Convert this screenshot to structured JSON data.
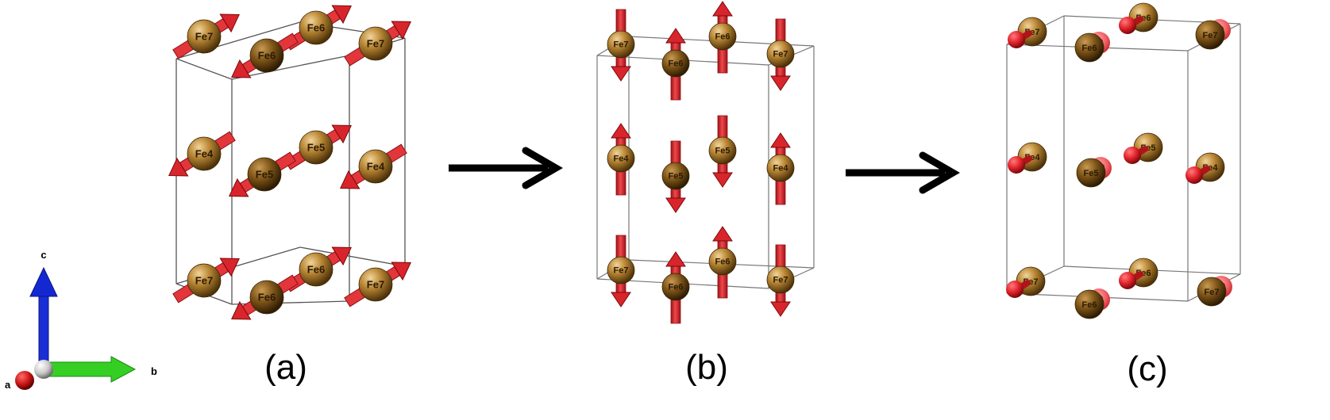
{
  "colors": {
    "atom_light": "#e0b46a",
    "atom_mid": "#a9782f",
    "atom_dark": "#5a3a0e",
    "spin_arrow": "#d8252b",
    "spin_arrow_dark": "#8e0f14",
    "cell_edge": "#555555",
    "process_arrow": "#000000",
    "axis_a": "#c81414",
    "axis_b": "#2ec81e",
    "axis_c": "#1428d2"
  },
  "panels": [
    {
      "label": "(a)",
      "spin_orientation": "in-plane diagonal, antiparallel pairs",
      "atoms": [
        {
          "label": "Fe7",
          "spin": "up-right"
        },
        {
          "label": "Fe6",
          "spin": "up-right"
        },
        {
          "label": "Fe6",
          "spin": "down-left"
        },
        {
          "label": "Fe7",
          "spin": "up-right"
        },
        {
          "label": "Fe4",
          "spin": "down-left"
        },
        {
          "label": "Fe5",
          "spin": "up-right"
        },
        {
          "label": "Fe5",
          "spin": "down-left"
        },
        {
          "label": "Fe4",
          "spin": "down-left"
        },
        {
          "label": "Fe7",
          "spin": "up-right"
        },
        {
          "label": "Fe6",
          "spin": "up-right"
        },
        {
          "label": "Fe6",
          "spin": "down-left"
        },
        {
          "label": "Fe7",
          "spin": "up-right"
        }
      ]
    },
    {
      "label": "(b)",
      "spin_orientation": "along c, antiparallel pairs",
      "atoms": [
        {
          "label": "Fe7",
          "spin": "down"
        },
        {
          "label": "Fe6",
          "spin": "up"
        },
        {
          "label": "Fe6",
          "spin": "up"
        },
        {
          "label": "Fe7",
          "spin": "down"
        },
        {
          "label": "Fe4",
          "spin": "up"
        },
        {
          "label": "Fe5",
          "spin": "down"
        },
        {
          "label": "Fe5",
          "spin": "down"
        },
        {
          "label": "Fe4",
          "spin": "up"
        },
        {
          "label": "Fe7",
          "spin": "down"
        },
        {
          "label": "Fe6",
          "spin": "up"
        },
        {
          "label": "Fe6",
          "spin": "up"
        },
        {
          "label": "Fe7",
          "spin": "down"
        }
      ]
    },
    {
      "label": "(c)",
      "spin_orientation": "along a, toward / away from viewer",
      "atoms": [
        {
          "label": "Fe7",
          "spin": "toward"
        },
        {
          "label": "Fe6",
          "spin": "away"
        },
        {
          "label": "Fe6",
          "spin": "toward"
        },
        {
          "label": "Fe7",
          "spin": "away"
        },
        {
          "label": "Fe4",
          "spin": "toward"
        },
        {
          "label": "Fe5",
          "spin": "away"
        },
        {
          "label": "Fe5",
          "spin": "toward"
        },
        {
          "label": "Fe4",
          "spin": "toward"
        },
        {
          "label": "Fe7",
          "spin": "toward"
        },
        {
          "label": "Fe6",
          "spin": "away"
        },
        {
          "label": "Fe6",
          "spin": "toward"
        },
        {
          "label": "Fe7",
          "spin": "away"
        }
      ]
    }
  ],
  "axes": {
    "a": "a",
    "b": "b",
    "c": "c"
  }
}
